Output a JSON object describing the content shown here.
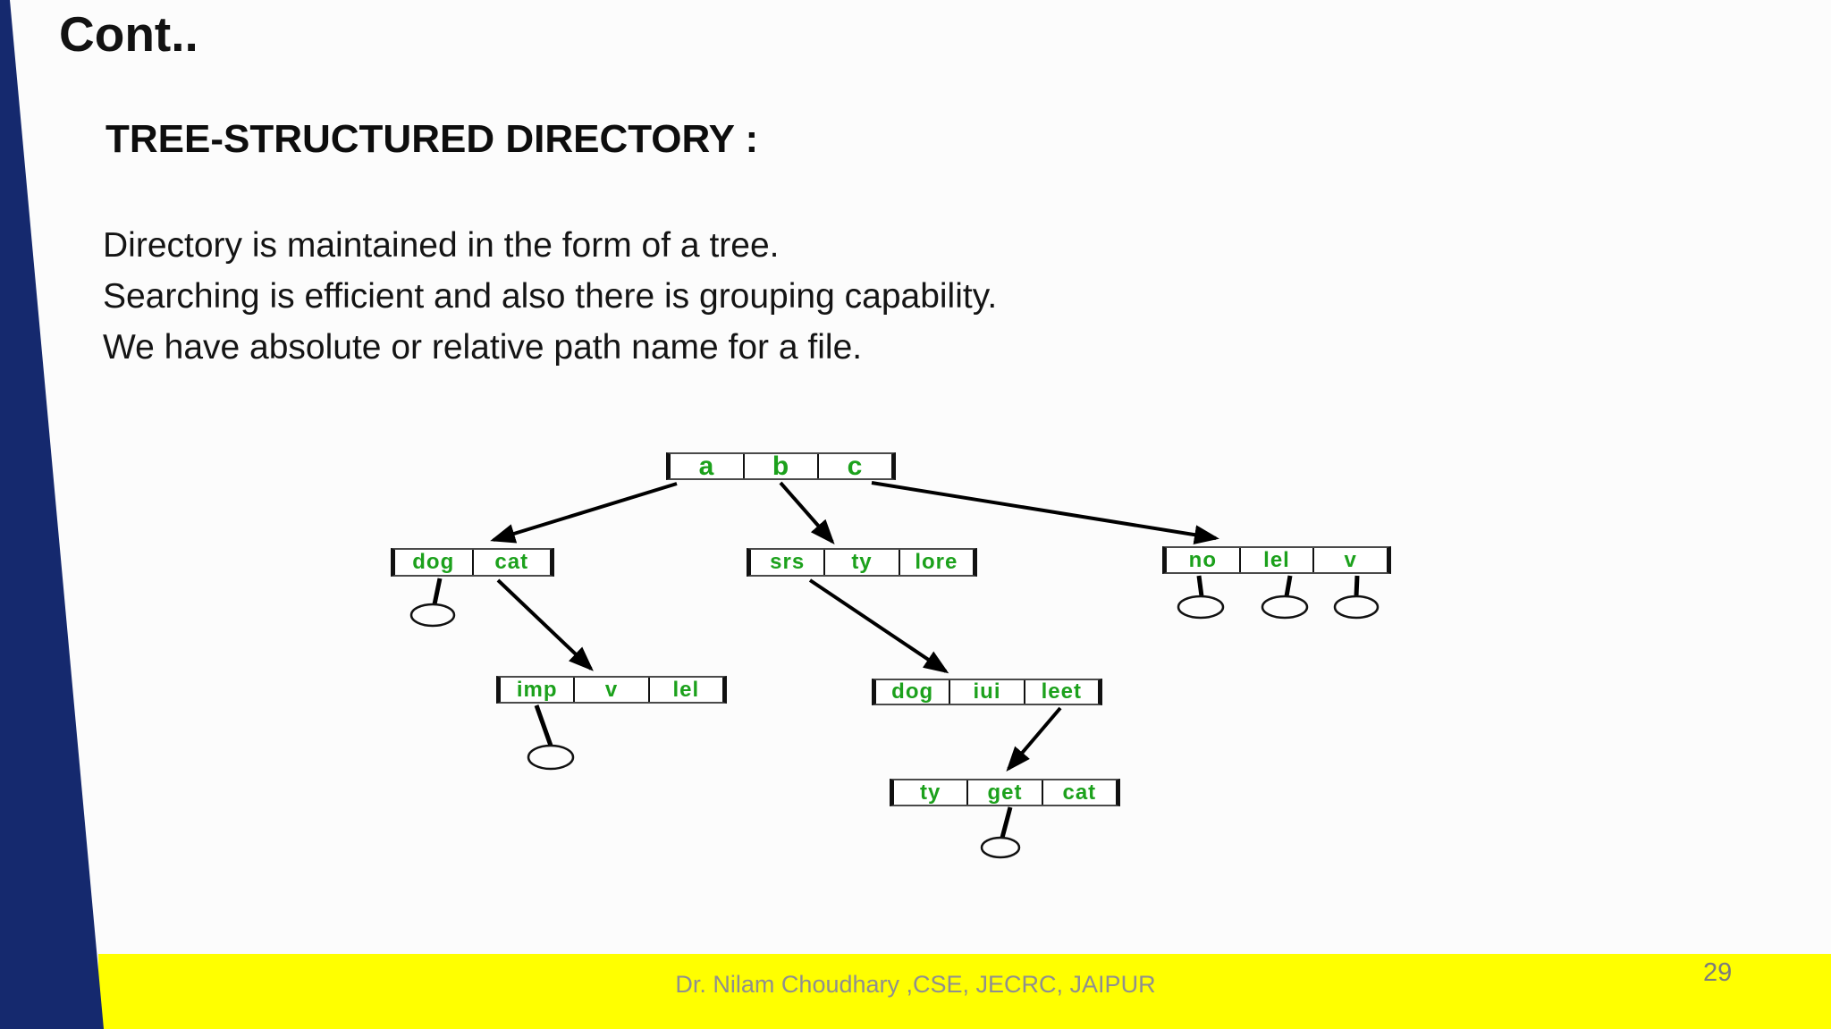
{
  "slide": {
    "title": "Cont..",
    "heading": "TREE-STRUCTURED DIRECTORY :",
    "body_lines": [
      "Directory is maintained in the form of a tree.",
      "Searching is efficient and also there is grouping capability.",
      "We have absolute or relative path name for a file."
    ],
    "footer_text": "Dr. Nilam Choudhary ,CSE, JECRC, JAIPUR",
    "page_number": "29"
  },
  "colors": {
    "sidebar_navy": "#15296e",
    "footer_yellow": "#ffff00",
    "node_label_green": "#1ca11c",
    "footer_text_gray": "#8f8f8f"
  },
  "tree": {
    "nodes": [
      {
        "id": "root",
        "cells": [
          "a",
          "b",
          "c"
        ]
      },
      {
        "id": "dir-a",
        "cells": [
          "dog",
          "cat"
        ]
      },
      {
        "id": "dir-b",
        "cells": [
          "srs",
          "ty",
          "lore"
        ]
      },
      {
        "id": "dir-c",
        "cells": [
          "no",
          "lel",
          "v"
        ]
      },
      {
        "id": "dir-cat",
        "cells": [
          "imp",
          "v",
          "lel"
        ]
      },
      {
        "id": "dir-srs",
        "cells": [
          "dog",
          "iui",
          "leet"
        ]
      },
      {
        "id": "dir-leet",
        "cells": [
          "ty",
          "get",
          "cat"
        ]
      }
    ]
  }
}
